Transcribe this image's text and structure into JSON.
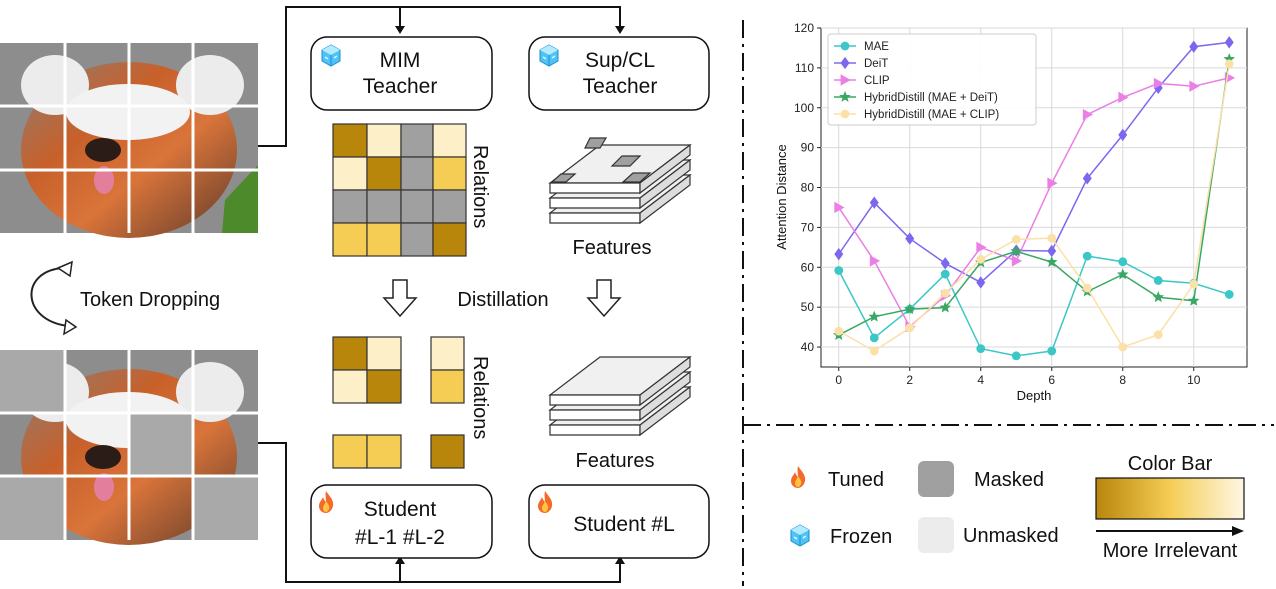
{
  "left_panel": {
    "token_dropping": "Token Dropping",
    "distillation": "Distillation",
    "mim_teacher_line1": "MIM",
    "mim_teacher_line2": "Teacher",
    "sup_teacher_line1": "Sup/CL",
    "sup_teacher_line2": "Teacher",
    "relations_top": "Relations",
    "relations_bottom": "Relations",
    "features_top": "Features",
    "features_bottom": "Features",
    "student1_line1": "Student",
    "student1_line2": "#L-1 #L-2",
    "student2": "Student #L"
  },
  "legend": {
    "tuned": "Tuned",
    "frozen": "Frozen",
    "masked": "Masked",
    "unmasked": "Unmasked",
    "color_bar_title": "Color Bar",
    "color_bar_caption": "More Irrelevant"
  },
  "colors": {
    "dark_gold": "#b8860b",
    "mid_gold": "#f5cd55",
    "light_gold": "#fdf0c8",
    "gray": "#a0a0a0"
  },
  "chart_data": {
    "type": "line",
    "xlabel": "Depth",
    "ylabel": "Attention Distance",
    "xlim": [
      -0.5,
      11.5
    ],
    "ylim": [
      35,
      120
    ],
    "xticks": [
      0,
      2,
      4,
      6,
      8,
      10
    ],
    "yticks": [
      40,
      50,
      60,
      70,
      80,
      90,
      100,
      110,
      120
    ],
    "grid": true,
    "legend_position": "top-left",
    "x": [
      0,
      1,
      2,
      3,
      4,
      5,
      6,
      7,
      8,
      9,
      10,
      11
    ],
    "series": [
      {
        "name": "MAE",
        "color": "#3cc7c7",
        "marker": "circle",
        "values": [
          59.2,
          42.3,
          49.5,
          58.3,
          39.6,
          37.8,
          39.0,
          62.8,
          61.4,
          56.7,
          56.0,
          53.2
        ]
      },
      {
        "name": "DeiT",
        "color": "#7b68ee",
        "marker": "diamond",
        "values": [
          63.3,
          76.2,
          67.2,
          61.0,
          56.2,
          64.2,
          64.1,
          82.3,
          93.2,
          105.0,
          115.3,
          116.4
        ]
      },
      {
        "name": "CLIP",
        "color": "#ea7fe6",
        "marker": "triangle-right",
        "values": [
          75.0,
          61.6,
          45.1,
          52.9,
          65.0,
          61.6,
          81.1,
          98.3,
          102.6,
          106.1,
          105.4,
          107.5
        ]
      },
      {
        "name": "HybridDistill (MAE + DeiT)",
        "color": "#3aa865",
        "marker": "star",
        "values": [
          43.0,
          47.6,
          49.5,
          49.9,
          61.2,
          64.0,
          61.3,
          53.9,
          58.2,
          52.5,
          51.6,
          112.2
        ]
      },
      {
        "name": "HybridDistill (MAE + CLIP)",
        "color": "#fbe0a8",
        "marker": "circle",
        "values": [
          44.0,
          39.0,
          44.8,
          53.5,
          62.0,
          67.0,
          67.3,
          54.8,
          40.0,
          43.1,
          55.8,
          111.0
        ]
      }
    ]
  }
}
